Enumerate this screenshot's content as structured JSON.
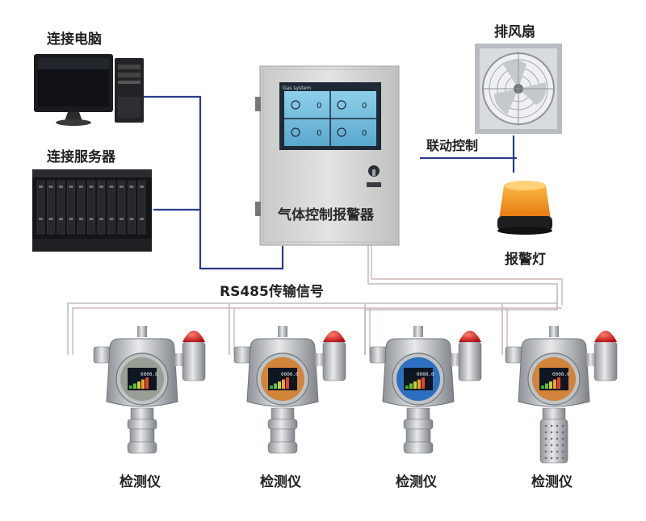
{
  "labels": {
    "computer": "连接电脑",
    "server": "连接服务器",
    "fan": "排风扇",
    "linkage": "联动控制",
    "alarm_light": "报警灯",
    "bus": "RS485传输信号",
    "controller": "气体控制报警器",
    "detectors": [
      "检测仪",
      "检测仪",
      "检测仪",
      "检测仪"
    ]
  },
  "controller_screen": {
    "brand": "Gas system",
    "readings": [
      "0",
      "0",
      "0",
      "0"
    ]
  },
  "detector_screens": [
    "0000.0",
    "0000.0",
    "0000.0",
    "0000.0"
  ],
  "colors": {
    "signal_line": "#2a3a8c",
    "wire": "#b5b5b5",
    "beacon": "#f28a10",
    "alarm_red": "#d4161c",
    "cabinet": "#d2d4d2"
  },
  "icons": [
    "computer-icon",
    "server-rack-icon",
    "exhaust-fan-icon",
    "beacon-light-icon",
    "gas-detector-icon"
  ]
}
